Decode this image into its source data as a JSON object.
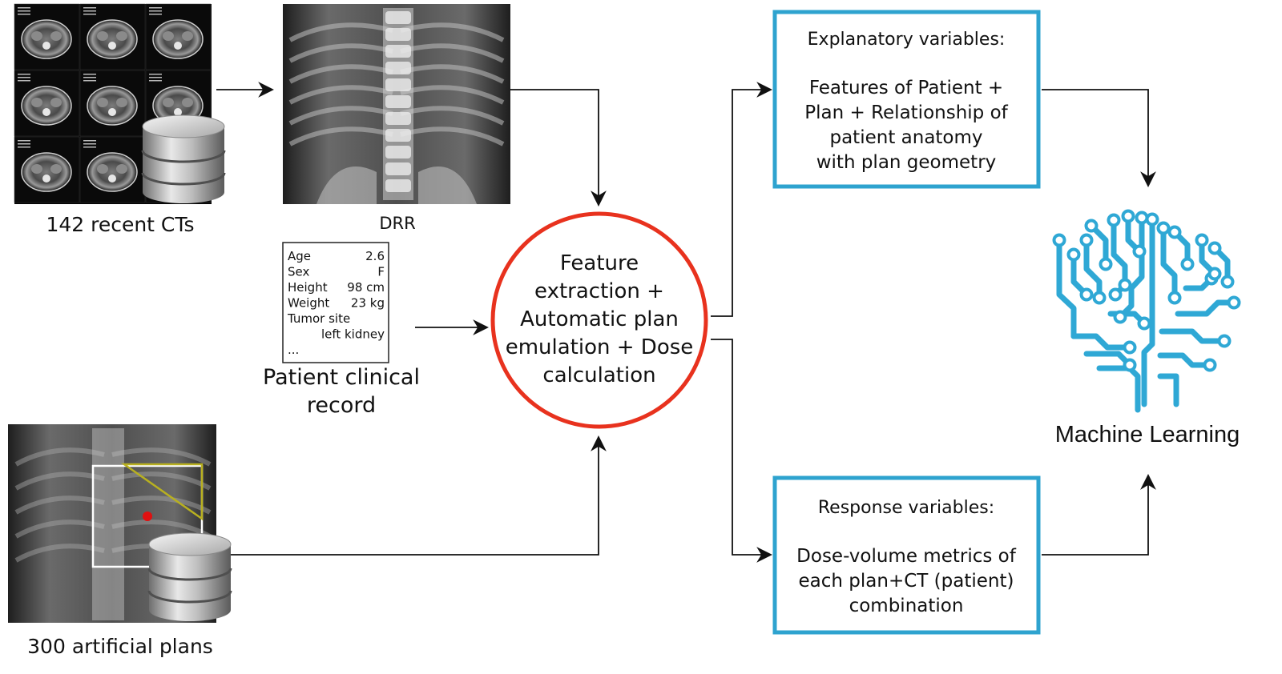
{
  "inputs": {
    "ct_label": "142 recent CTs",
    "drr_label": "DRR",
    "record_title_line1": "Patient clinical",
    "record_title_line2": "record",
    "plans_label": "300 artificial plans"
  },
  "clinical_record": {
    "rows": [
      {
        "key": "Age",
        "value": "2.6"
      },
      {
        "key": "Sex",
        "value": "F"
      },
      {
        "key": "Height",
        "value": "98 cm"
      },
      {
        "key": "Weight",
        "value": "23 kg"
      },
      {
        "key": "Tumor site",
        "value": ""
      }
    ],
    "tumor_site_value": "left kidney",
    "ellipsis": "..."
  },
  "process": {
    "lines": [
      "Feature",
      "extraction +",
      "Automatic plan",
      "emulation + Dose",
      "calculation"
    ],
    "ring_color": "#e8321e"
  },
  "explanatory": {
    "title": "Explanatory variables:",
    "lines": [
      "Features of Patient +",
      "Plan + Relationship of",
      "patient anatomy",
      "with plan geometry"
    ]
  },
  "response": {
    "title": "Response variables:",
    "lines": [
      "Dose-volume metrics of",
      "each plan+CT (patient)",
      "combination"
    ]
  },
  "output": {
    "label": "Machine Learning",
    "brain_color": "#2fa8d5"
  },
  "colors": {
    "box_border": "#2ea3cf",
    "arrow": "#111111",
    "plan_field": "#b8b020",
    "iso_point": "#e01010"
  }
}
